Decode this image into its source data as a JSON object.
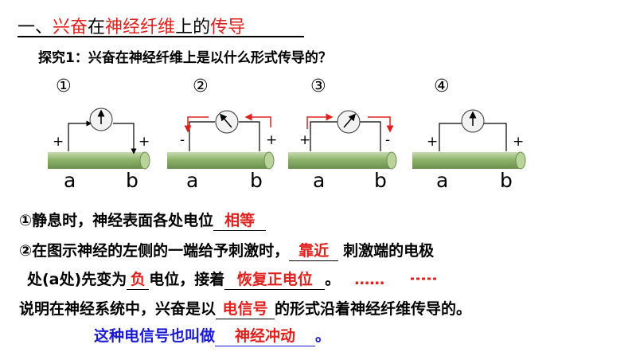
{
  "title": {
    "prefix": "一、",
    "p1": "兴奋",
    "p2": "在",
    "p3": "神经纤维",
    "p4": "上的",
    "p5": "传导"
  },
  "subtitle": "探究1：兴奋在神经纤维上是以什么形式传导的？",
  "diagrams": [
    {
      "num": "①",
      "left_sign": "+",
      "right_sign": "+",
      "a": "a",
      "b": "b"
    },
    {
      "num": "②",
      "left_sign": "-",
      "right_sign": "+",
      "a": "a",
      "b": "b"
    },
    {
      "num": "③",
      "left_sign": "+",
      "right_sign": "-",
      "a": "a",
      "b": "b"
    },
    {
      "num": "④",
      "left_sign": "+",
      "right_sign": "+",
      "a": "a",
      "b": "b"
    }
  ],
  "q1": {
    "text": "①静息时，神经表面各处电位",
    "answer": "相等"
  },
  "q2": {
    "text1": "②在图示神经的左侧的一端给予刺激时，",
    "answer1": "靠近",
    "text2": "刺激端的电极",
    "text3": "处(a处)先变为",
    "answer2": "负",
    "text4": "电位，接着",
    "answer3": "恢复正电位",
    "text5": "。",
    "dots": "……"
  },
  "q3": {
    "text1": "说明在神经系统中，兴奋是以",
    "answer": "电信号",
    "text2": "的形式沿着神经纤维传导的。"
  },
  "q4": {
    "text1": "这种电信号也叫做",
    "answer": "神经冲动",
    "text2": "。"
  },
  "colors": {
    "red": "#e0201c",
    "blue": "#1a1ad6",
    "fiber": "#8db36a"
  }
}
